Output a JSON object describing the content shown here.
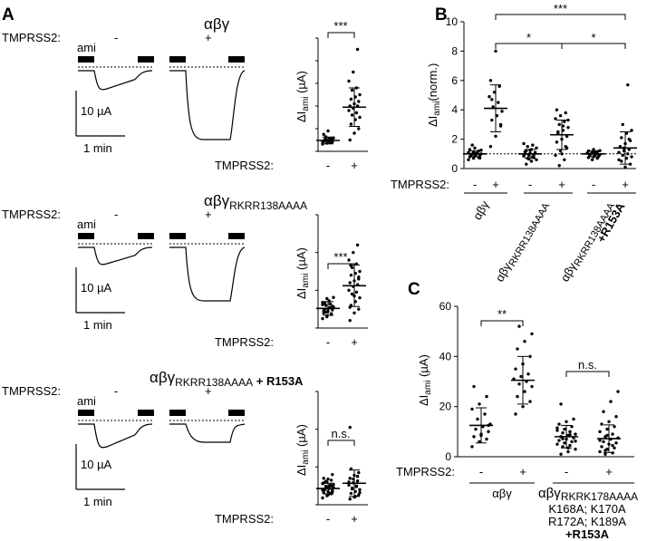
{
  "panel_a": {
    "letter": "A",
    "blocks": [
      {
        "construct": "αβγ",
        "sub": "",
        "extra": "",
        "tmprss2_label": "TMPRSS2:",
        "minus": "-",
        "plus": "+",
        "ami_label": "ami",
        "scale_current": "10 µA",
        "scale_time": "1 min",
        "ylabel_main": "ΔI",
        "ylabel_sub": "ami",
        "ylabel_unit": " (µA)",
        "sig_label": "***",
        "xaxis_label": "TMPRSS2:"
      },
      {
        "construct": "αβγ",
        "sub": "RKRR138AAAA",
        "extra": "",
        "tmprss2_label": "TMPRSS2:",
        "minus": "-",
        "plus": "+",
        "ami_label": "ami",
        "scale_current": "10 µA",
        "scale_time": "1 min",
        "ylabel_main": "ΔI",
        "ylabel_sub": "ami",
        "ylabel_unit": " (µA)",
        "sig_label": "***",
        "xaxis_label": "TMPRSS2:"
      },
      {
        "construct": "αβγ",
        "sub": "RKRR138AAAA",
        "extra": " + R153A",
        "tmprss2_label": "TMPRSS2:",
        "minus": "-",
        "plus": "+",
        "ami_label": "ami",
        "scale_current": "10 µA",
        "scale_time": "1 min",
        "ylabel_main": "ΔI",
        "ylabel_sub": "ami",
        "ylabel_unit": " (µA)",
        "sig_label": "n.s.",
        "xaxis_label": "TMPRSS2:"
      }
    ]
  },
  "panel_b": {
    "letter": "B",
    "ylabel_main": "ΔI",
    "ylabel_sub": "ami",
    "ylabel_unit": "(norm.)",
    "xaxis_label": "TMPRSS2:",
    "sig_labels": [
      "***",
      "*",
      "*"
    ],
    "groups": [
      {
        "main": "αβγ",
        "sub": "",
        "extra": ""
      },
      {
        "main": "αβγ",
        "sub": "RKRR138AAAA",
        "extra": ""
      },
      {
        "main": "αβγ",
        "sub": "RKRR138AAAA",
        "extra": "+R153A"
      }
    ]
  },
  "panel_c": {
    "letter": "C",
    "ylabel_main": "ΔI",
    "ylabel_sub": "ami",
    "ylabel_unit": " (µA)",
    "xaxis_label": "TMPRSS2:",
    "sig_labels": [
      "**",
      "n.s."
    ],
    "group1": "αβγ",
    "group2": {
      "main": "αβγ",
      "sub": "RKRK178AAAA",
      "line2": "K168A; K170A",
      "line3": "R172A; K189A",
      "line4": "+R153A"
    }
  },
  "chart_data": [
    {
      "type": "scatter",
      "title": "αβγ",
      "xlabel": "TMPRSS2:",
      "ylabel": "ΔIami (µA)",
      "categories": [
        "-",
        "+"
      ],
      "ylim": [
        0,
        50
      ],
      "series": [
        {
          "values": [
            3.2,
            3.6,
            4.0,
            4.3,
            4.6,
            4.9,
            5.2,
            5.5,
            5.9,
            6.4,
            3.8,
            4.4,
            5.0,
            5.7,
            7.5,
            9.0,
            4.1,
            4.7
          ]
        },
        {
          "values": [
            5,
            8,
            10,
            12,
            14,
            15,
            16,
            17,
            18,
            19,
            20,
            20,
            21,
            22,
            23,
            24,
            25,
            27,
            28,
            31,
            35,
            45
          ]
        }
      ],
      "mean": [
        4.8,
        19.5
      ],
      "sd": [
        1.5,
        8.5
      ]
    },
    {
      "type": "scatter",
      "title": "αβγRKRR138AAAA",
      "xlabel": "TMPRSS2:",
      "ylabel": "ΔIami (µA)",
      "categories": [
        "-",
        "+"
      ],
      "ylim": [
        0,
        30
      ],
      "series": [
        {
          "values": [
            2.5,
            3.2,
            3.6,
            4.0,
            4.4,
            4.8,
            5.0,
            5.3,
            5.6,
            6.0,
            6.4,
            6.8,
            3.0,
            3.8,
            4.6,
            5.1,
            5.8,
            6.6,
            7.2,
            8.1,
            4.2,
            5.4,
            6.2,
            7.8
          ]
        },
        {
          "values": [
            2,
            4,
            5,
            6,
            7,
            8,
            9,
            9.5,
            10,
            11,
            11.5,
            12,
            12.5,
            13,
            14,
            14.5,
            15,
            16,
            17,
            18,
            20,
            22,
            5.5,
            8.5,
            13.5,
            16.5
          ]
        }
      ],
      "mean": [
        5.2,
        11.2
      ],
      "sd": [
        1.8,
        5.5
      ]
    },
    {
      "type": "scatter",
      "title": "αβγRKRR138AAAA + R153A",
      "xlabel": "TMPRSS2:",
      "ylabel": "ΔIami (µA)",
      "categories": [
        "-",
        "+"
      ],
      "ylim": [
        0,
        30
      ],
      "series": [
        {
          "values": [
            1.8,
            2.4,
            2.9,
            3.2,
            3.5,
            3.8,
            4.0,
            4.3,
            4.6,
            4.9,
            5.2,
            5.6,
            6.0,
            6.5,
            7.0,
            2.6,
            3.4,
            4.1,
            4.8,
            5.4,
            6.2,
            3.0,
            3.9,
            4.5,
            5.0,
            5.8,
            6.8,
            8.0
          ]
        },
        {
          "values": [
            1.5,
            2.0,
            2.6,
            3.0,
            3.5,
            4.0,
            4.4,
            4.8,
            5.2,
            5.8,
            6.3,
            7.0,
            7.8,
            8.5,
            9.5,
            2.2,
            3.2,
            4.2,
            5.0,
            6.0,
            6.8,
            7.5,
            20.5
          ]
        }
      ],
      "mean": [
        4.3,
        5.7
      ],
      "sd": [
        1.4,
        3.5
      ]
    },
    {
      "type": "scatter",
      "title": "",
      "xlabel": "TMPRSS2:",
      "ylabel": "ΔIami (norm.)",
      "categories": [
        "-",
        "+",
        "-",
        "+",
        "-",
        "+"
      ],
      "ylim": [
        0,
        10
      ],
      "yticks": [
        0,
        2,
        4,
        6,
        8,
        10
      ],
      "reference_line": 1,
      "series": [
        {
          "values": [
            0.6,
            0.7,
            0.75,
            0.8,
            0.85,
            0.9,
            0.92,
            0.95,
            1.0,
            1.0,
            1.05,
            1.1,
            1.15,
            1.2,
            1.3,
            1.4,
            0.72,
            0.88,
            1.02,
            1.25,
            1.6
          ]
        },
        {
          "values": [
            1.5,
            2.2,
            2.9,
            3.3,
            3.6,
            3.9,
            4.2,
            4.5,
            4.9,
            5.2,
            5.6,
            6.0,
            8.0,
            3.0,
            4.7
          ]
        },
        {
          "values": [
            0.3,
            0.5,
            0.6,
            0.7,
            0.8,
            0.85,
            0.9,
            0.95,
            1.0,
            1.05,
            1.1,
            1.2,
            1.3,
            1.4,
            1.5,
            1.6,
            1.7,
            0.65,
            0.75,
            1.15,
            1.25
          ]
        },
        {
          "values": [
            0.2,
            0.6,
            0.9,
            1.2,
            1.5,
            1.8,
            2.0,
            2.2,
            2.4,
            2.6,
            2.8,
            3.0,
            3.2,
            3.4,
            3.6,
            3.8,
            4.0,
            1.0,
            1.4,
            2.5,
            2.9,
            3.3
          ]
        },
        {
          "values": [
            0.6,
            0.7,
            0.75,
            0.8,
            0.85,
            0.9,
            0.92,
            0.95,
            1.0,
            1.0,
            1.05,
            1.1,
            1.15,
            1.2,
            1.3,
            0.82,
            0.97,
            1.08,
            1.22
          ]
        },
        {
          "values": [
            0.1,
            0.3,
            0.5,
            0.7,
            0.8,
            0.9,
            1.0,
            1.1,
            1.2,
            1.3,
            1.5,
            1.7,
            1.9,
            2.1,
            2.4,
            2.6,
            3.0,
            5.7,
            0.6,
            1.4,
            2.0
          ]
        }
      ],
      "mean": [
        1.0,
        4.1,
        1.0,
        2.3,
        1.0,
        1.4
      ],
      "sd": [
        0.2,
        1.6,
        0.3,
        1.0,
        0.2,
        1.1
      ]
    },
    {
      "type": "scatter",
      "title": "",
      "xlabel": "TMPRSS2:",
      "ylabel": "ΔIami (µA)",
      "categories": [
        "-",
        "+",
        "-",
        "+"
      ],
      "ylim": [
        0,
        60
      ],
      "yticks": [
        0,
        20,
        40,
        60
      ],
      "series": [
        {
          "values": [
            4,
            6,
            7,
            8,
            9,
            10,
            11,
            12,
            13,
            15,
            17,
            19,
            21,
            24,
            28,
            8.5,
            12.5
          ]
        },
        {
          "values": [
            17,
            20,
            22,
            24,
            26,
            28,
            29,
            30,
            31,
            32,
            33,
            35,
            37,
            40,
            43,
            46,
            49,
            52
          ]
        },
        {
          "values": [
            1,
            2,
            3,
            4,
            4.5,
            5,
            5.5,
            6,
            6.5,
            7,
            7.5,
            8,
            8.5,
            9,
            9.5,
            10,
            10.5,
            11,
            12,
            13,
            14,
            15,
            21,
            3.5,
            6.2,
            7.2,
            8.8,
            11.5
          ]
        },
        {
          "values": [
            1,
            1.5,
            2,
            3,
            3.5,
            4,
            5,
            5.5,
            6,
            7,
            7.5,
            8,
            9,
            10,
            11,
            12,
            13,
            14,
            16,
            18,
            22,
            26,
            2.5,
            4.5,
            6.5,
            8.5
          ]
        }
      ],
      "mean": [
        12.5,
        30.5,
        8.0,
        7.2
      ],
      "sd": [
        7.0,
        9.5,
        4.5,
        5.5
      ]
    }
  ]
}
